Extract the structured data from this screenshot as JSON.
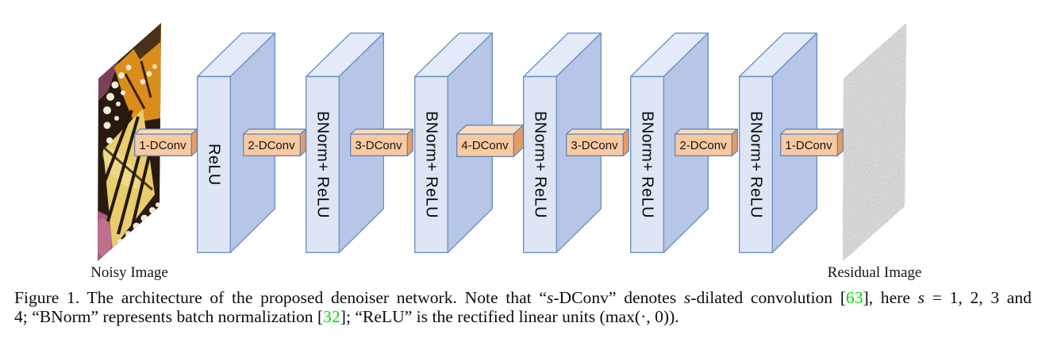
{
  "figure": {
    "noisy_image_label": "Noisy Image",
    "residual_image_label": "Residual Image",
    "slabs": [
      {
        "label": "ReLU"
      },
      {
        "label": "BNorm+ ReLU"
      },
      {
        "label": "BNorm+ ReLU"
      },
      {
        "label": "BNorm+ ReLU"
      },
      {
        "label": "BNorm+ ReLU"
      },
      {
        "label": "BNorm+ ReLU"
      }
    ],
    "convs": [
      {
        "label": "1-DConv"
      },
      {
        "label": "2-DConv"
      },
      {
        "label": "3-DConv"
      },
      {
        "label": "4-DConv"
      },
      {
        "label": "3-DConv"
      },
      {
        "label": "2-DConv"
      },
      {
        "label": "1-DConv"
      }
    ],
    "colors": {
      "slab_front": "#dee5f5",
      "slab_top": "#e4eaf8",
      "slab_side": "#b7c5e7",
      "slab_border": "#6b93c6",
      "conv_front": "#f9c9a1",
      "conv_top": "#fbdcbf",
      "conv_side": "#e89c60",
      "conv_border": "#5f87ba",
      "citation_green": "#00dd00"
    }
  },
  "caption": {
    "line1_runs": [
      {
        "t": "Figure 1. The architecture of the proposed denoiser network. Note that “"
      },
      {
        "t": "s",
        "s": "i"
      },
      {
        "t": "-DConv” denotes "
      },
      {
        "t": "s",
        "s": "i"
      },
      {
        "t": "-dilated convolution ["
      },
      {
        "t": "63",
        "s": "g",
        "name": "citation-63-link"
      },
      {
        "t": "], here "
      },
      {
        "t": "s",
        "s": "i"
      },
      {
        "t": " = 1, 2, 3 and"
      }
    ],
    "line2_runs": [
      {
        "t": "4; “BNorm” represents batch normalization ["
      },
      {
        "t": "32",
        "s": "g",
        "name": "citation-32-link"
      },
      {
        "t": "]; “ReLU” is the rectified linear units (max(·, 0))."
      }
    ]
  }
}
